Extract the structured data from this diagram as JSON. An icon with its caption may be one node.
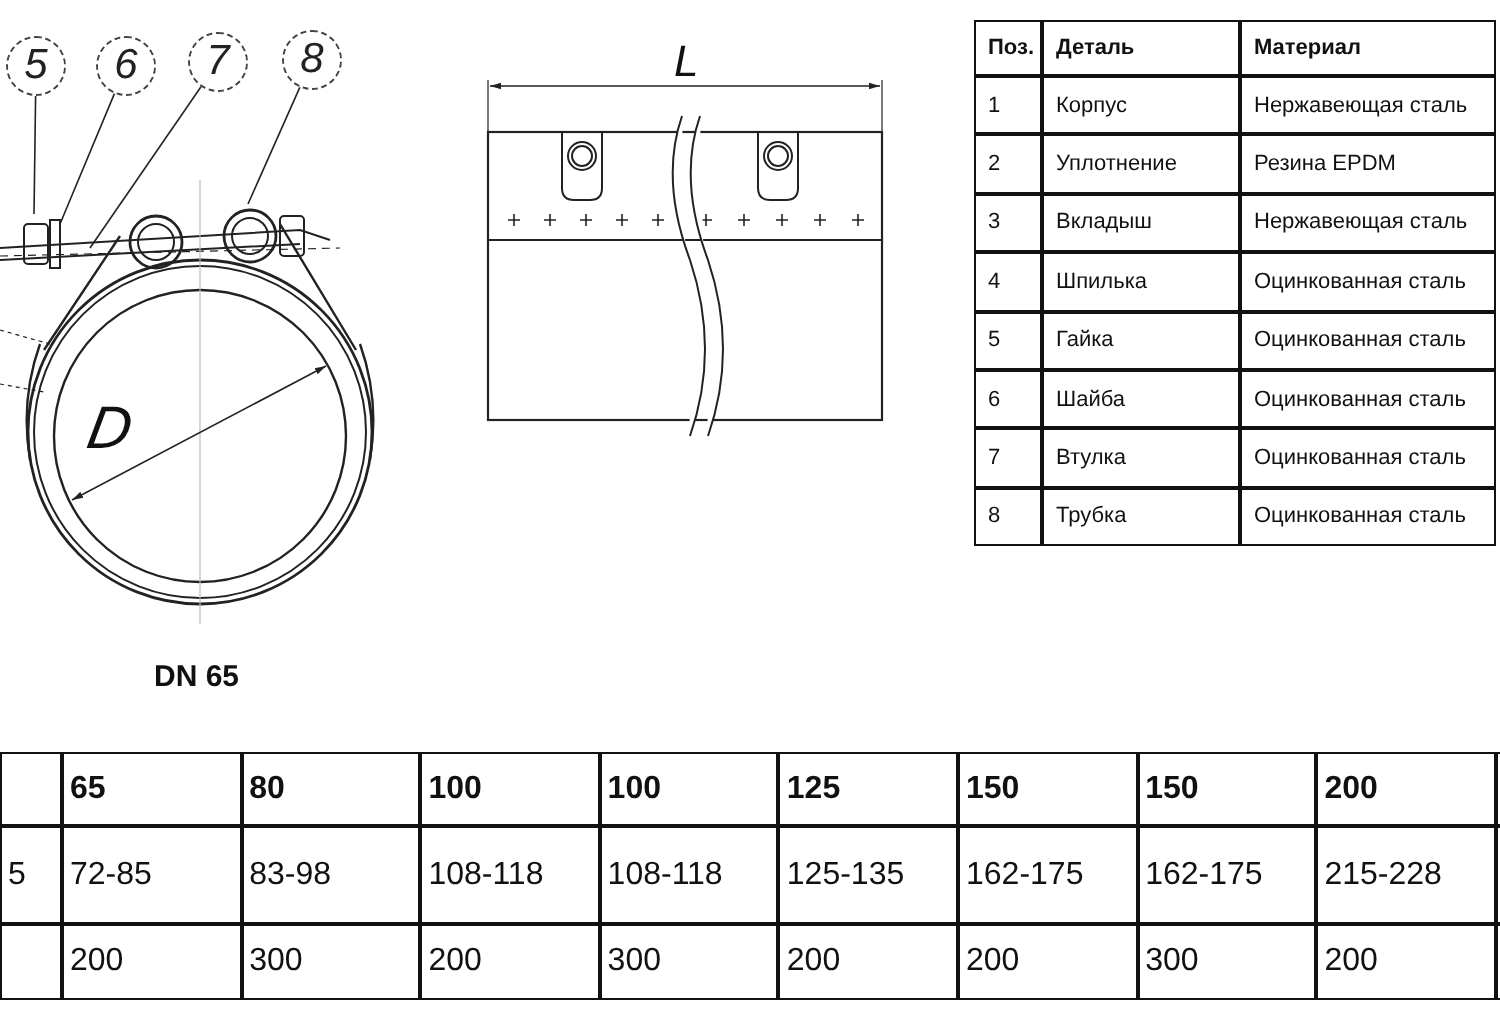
{
  "diagram": {
    "nodes": [
      {
        "text": [
          "5"
        ]
      },
      {
        "text": [
          "6"
        ]
      },
      {
        "text": [
          "7"
        ]
      },
      {
        "text": [
          "8"
        ]
      }
    ],
    "edges": [
      {
        "from": 0,
        "to": null,
        "arrow": "none"
      },
      {
        "from": 1,
        "to": null,
        "arrow": "none"
      },
      {
        "from": 2,
        "to": null,
        "arrow": "none"
      },
      {
        "from": 3,
        "to": null,
        "arrow": "none"
      }
    ],
    "labels": [
      "L",
      "Поз.",
      "Деталь",
      "Материал",
      "1",
      "Корпус",
      "Нержавеющая сталь",
      "2",
      "Уплотнение",
      "Резина EPDM",
      "3",
      "Вкладыш",
      "Нержавеющая сталь",
      "4",
      "Шпилька",
      "Оцинкованная сталь",
      "5",
      "Гайка",
      "Оцинкованная сталь",
      "6",
      "Шайба",
      "Оцинкованная сталь",
      "7",
      "Втулка",
      "Оцинкованная сталь",
      "8",
      "Трубка",
      "Оцинкованная сталь",
      "D",
      "DN 65",
      "65",
      "80",
      "100",
      "100",
      "125",
      "150",
      "150",
      "200",
      "5",
      "72-85",
      "83-98",
      "108-118",
      "108-118",
      "125-135",
      "162-175",
      "162-175",
      "215-228",
      "200",
      "300",
      "200",
      "300",
      "200",
      "200",
      "300",
      "200"
    ]
  }
}
